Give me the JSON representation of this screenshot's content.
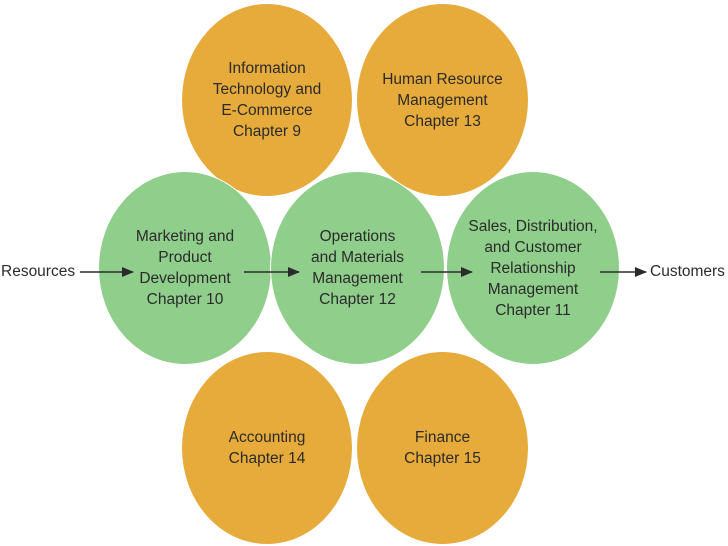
{
  "diagram": {
    "circles": {
      "it": {
        "lines": [
          "Information",
          "Technology and",
          "E-Commerce",
          "Chapter 9"
        ],
        "color": "#e6ab3b"
      },
      "hr": {
        "lines": [
          "Human Resource",
          "Management",
          "Chapter 13"
        ],
        "color": "#e6ab3b"
      },
      "mkt": {
        "lines": [
          "Marketing and",
          "Product",
          "Development",
          "Chapter 10"
        ],
        "color": "#8fce8b"
      },
      "ops": {
        "lines": [
          "Operations",
          "and Materials",
          "Management",
          "Chapter 12"
        ],
        "color": "#8fce8b"
      },
      "sal": {
        "lines": [
          "Sales, Distribution,",
          "and Customer",
          "Relationship",
          "Management",
          "Chapter 11"
        ],
        "color": "#8fce8b"
      },
      "acc": {
        "lines": [
          "Accounting",
          "Chapter 14"
        ],
        "color": "#e6ab3b"
      },
      "fin": {
        "lines": [
          "Finance",
          "Chapter 15"
        ],
        "color": "#e6ab3b"
      }
    },
    "input_label": "Resources",
    "output_label": "Customers",
    "arrow_color": "#2b2b2b"
  }
}
